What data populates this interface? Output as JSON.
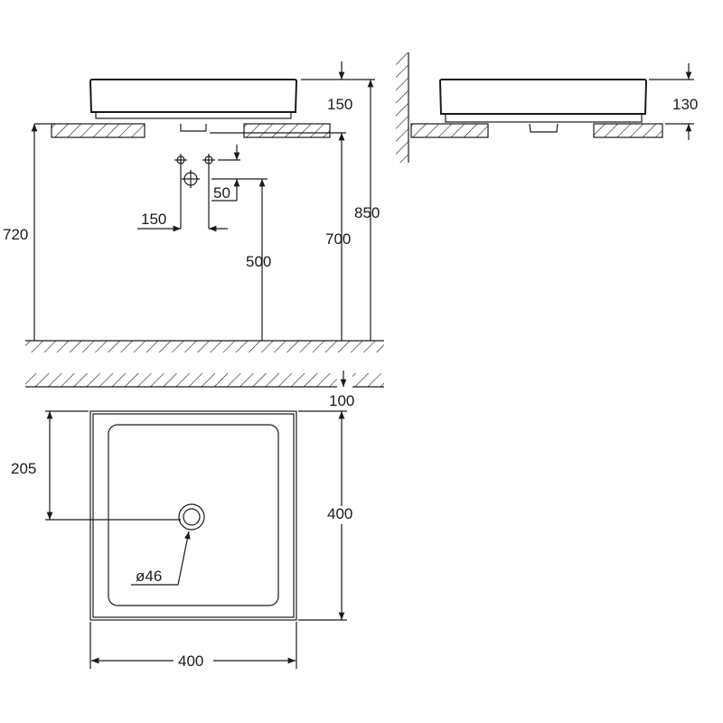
{
  "front_view": {
    "dim_basin_height": "150",
    "dim_total_height": "850",
    "dim_counter_height": "720",
    "dim_top_of_counter": "700",
    "dim_drain_height": "500",
    "dim_valve_spacing": "150",
    "dim_valve_offset": "50",
    "dim_floor_gap": "100"
  },
  "side_view": {
    "dim_basin_height": "130"
  },
  "top_view": {
    "dim_drain_offset": "205",
    "dim_depth": "400",
    "dim_width": "400",
    "dim_drain_diameter": "ø46"
  },
  "colors": {
    "line": "#1a1a1a",
    "background": "#ffffff"
  }
}
